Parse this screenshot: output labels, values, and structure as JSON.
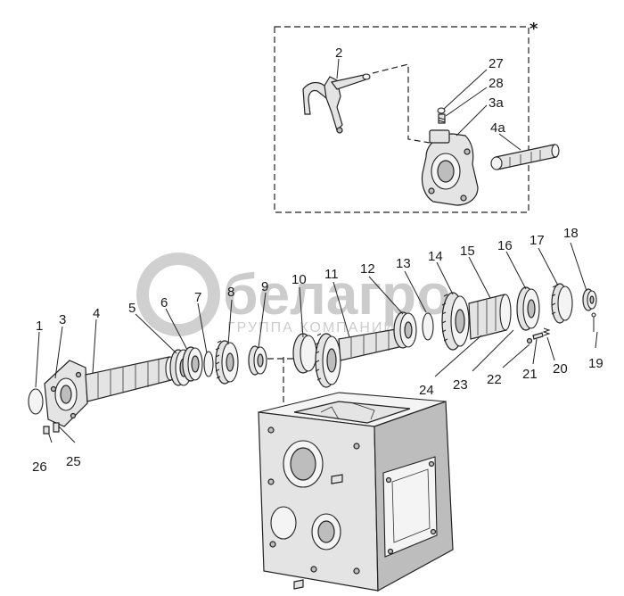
{
  "callouts": [
    {
      "id": "c1",
      "text": "1"
    },
    {
      "id": "c3",
      "text": "3"
    },
    {
      "id": "c4",
      "text": "4"
    },
    {
      "id": "c5",
      "text": "5"
    },
    {
      "id": "c6",
      "text": "6"
    },
    {
      "id": "c7",
      "text": "7"
    },
    {
      "id": "c8",
      "text": "8"
    },
    {
      "id": "c9",
      "text": "9"
    },
    {
      "id": "c10",
      "text": "10"
    },
    {
      "id": "c11",
      "text": "11"
    },
    {
      "id": "c12",
      "text": "12"
    },
    {
      "id": "c13",
      "text": "13"
    },
    {
      "id": "c14",
      "text": "14"
    },
    {
      "id": "c15",
      "text": "15"
    },
    {
      "id": "c16",
      "text": "16"
    },
    {
      "id": "c17",
      "text": "17"
    },
    {
      "id": "c18",
      "text": "18"
    },
    {
      "id": "c19",
      "text": "19"
    },
    {
      "id": "c20",
      "text": "20"
    },
    {
      "id": "c21",
      "text": "21"
    },
    {
      "id": "c22",
      "text": "22"
    },
    {
      "id": "c23",
      "text": "23"
    },
    {
      "id": "c24",
      "text": "24"
    },
    {
      "id": "c25",
      "text": "25"
    },
    {
      "id": "c26",
      "text": "26"
    },
    {
      "id": "c2",
      "text": "2"
    },
    {
      "id": "c27",
      "text": "27"
    },
    {
      "id": "c28",
      "text": "28"
    },
    {
      "id": "c3a",
      "text": "3a"
    },
    {
      "id": "c4a",
      "text": "4a"
    }
  ],
  "inset_marker": "*",
  "watermark": {
    "brand": "белагро",
    "tagline": "ГРУППА КОМПАНИЙ",
    "color": "#c4c4c4"
  },
  "colors": {
    "line": "#222222",
    "part_fill": "#e4e4e4",
    "part_dark": "#bdbdbd",
    "background": "#ffffff"
  }
}
